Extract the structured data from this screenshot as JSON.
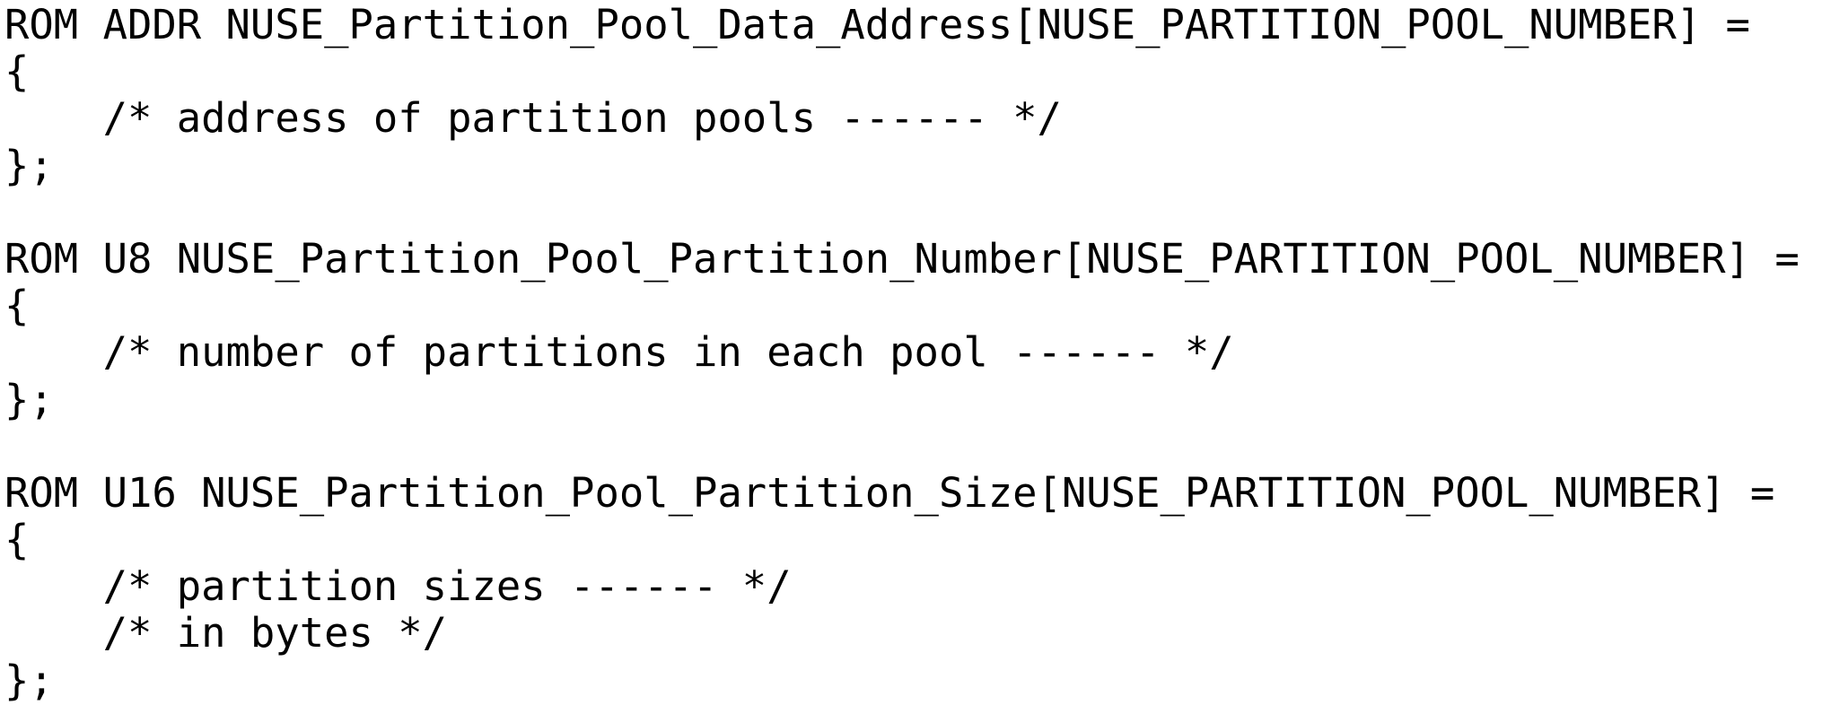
{
  "page": {
    "background_color": "#ffffff",
    "text_color": "#000000"
  },
  "code": {
    "language": "c",
    "lines": [
      "ROM ADDR NUSE_Partition_Pool_Data_Address[NUSE_PARTITION_POOL_NUMBER] =",
      "{",
      "    /* address of partition pools ------ */",
      "};",
      "",
      "ROM U8 NUSE_Partition_Pool_Partition_Number[NUSE_PARTITION_POOL_NUMBER] =",
      "{",
      "    /* number of partitions in each pool ------ */",
      "};",
      "",
      "ROM U16 NUSE_Partition_Pool_Partition_Size[NUSE_PARTITION_POOL_NUMBER] =",
      "{",
      "    /* partition sizes ------ */",
      "    /* in bytes */",
      "};"
    ]
  }
}
